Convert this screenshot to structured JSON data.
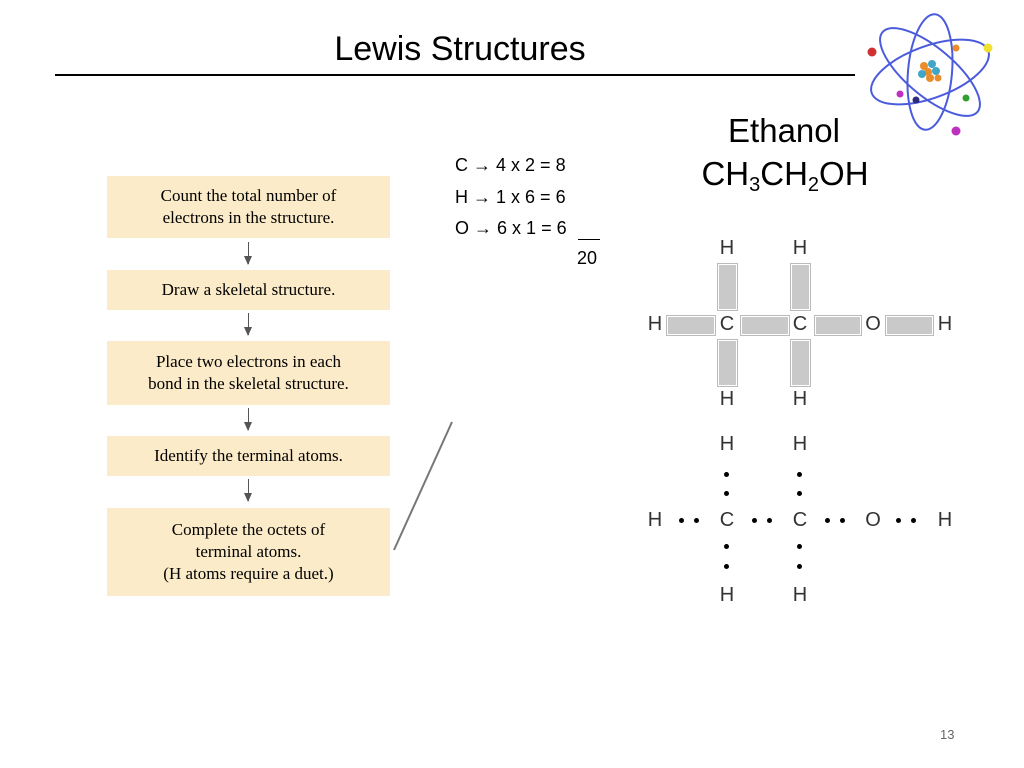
{
  "slide": {
    "title": "Lewis Structures",
    "page_number": "13"
  },
  "flowchart": {
    "steps": [
      "Count the total number of\nelectrons in the structure.",
      "Draw a skeletal structure.",
      "Place two electrons in each\nbond in the skeletal structure.",
      "Identify the terminal atoms.",
      "Complete the octets of\nterminal atoms.\n(H atoms require a duet.)"
    ]
  },
  "electron_count": {
    "lines": [
      {
        "element": "C",
        "arrow": "→",
        "expr": "4 x 2 = 8"
      },
      {
        "element": "H",
        "arrow": "→",
        "expr": "1 x 6 = 6"
      },
      {
        "element": "O",
        "arrow": "→",
        "expr": "6 x 1 = ",
        "last": "6"
      }
    ],
    "total": "20"
  },
  "molecule": {
    "name": "Ethanol",
    "formula_parts": [
      "CH",
      "3",
      "CH",
      "2",
      "OH"
    ],
    "atoms": {
      "H": "H",
      "C": "C",
      "O": "O"
    }
  },
  "colors": {
    "flow_box": "#fbebc8",
    "bond": "#c9c9c9",
    "atom_orbit": "#4a5bdc"
  },
  "icons": [
    "atom-icon"
  ]
}
